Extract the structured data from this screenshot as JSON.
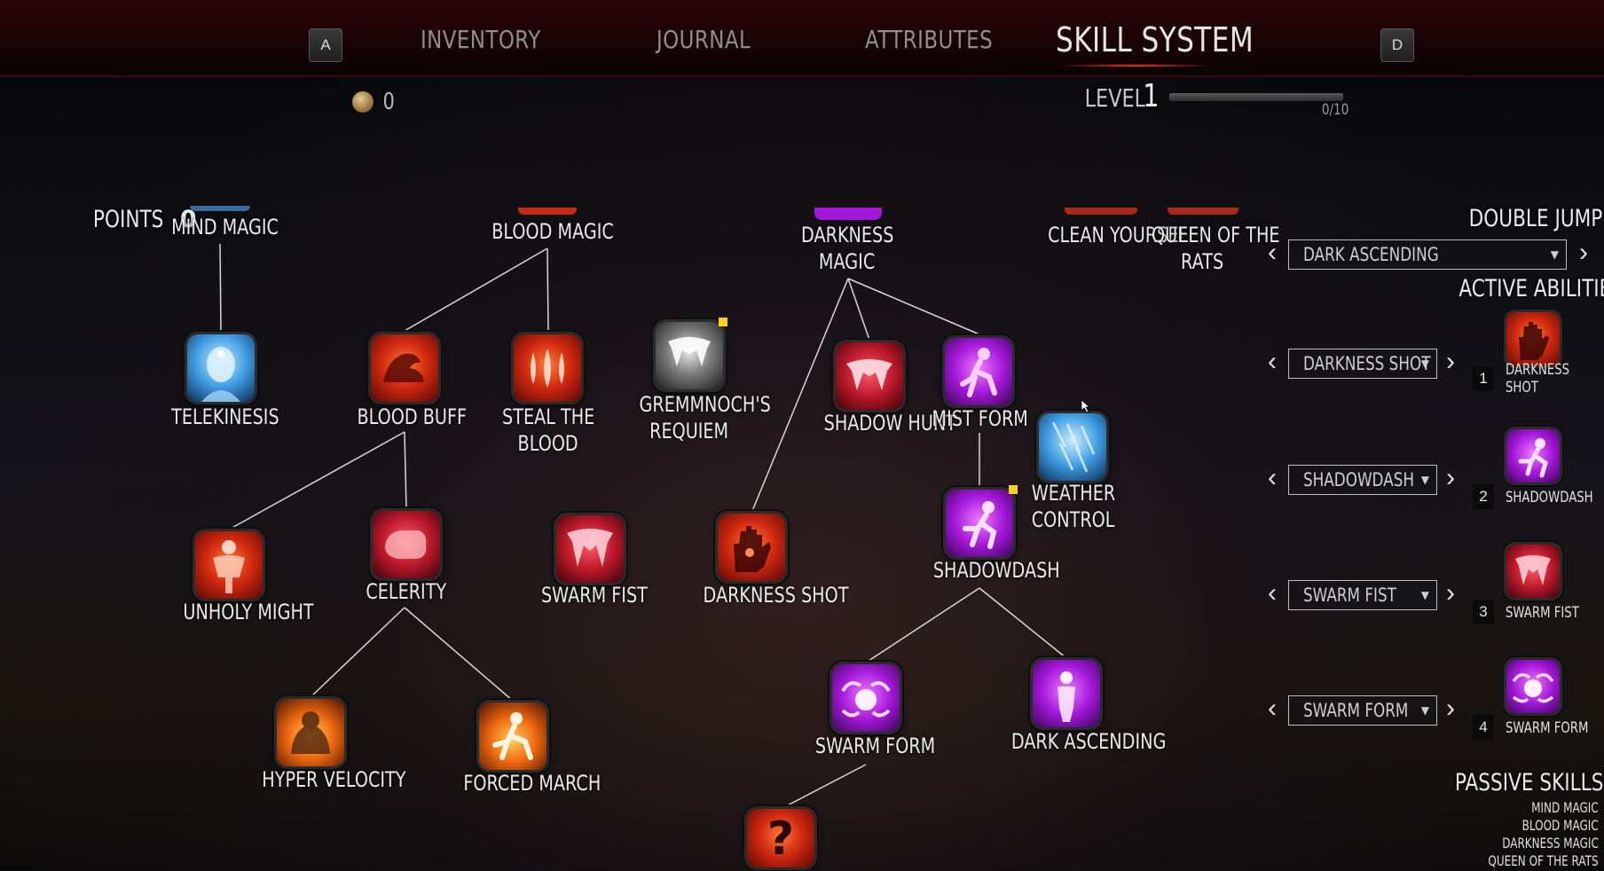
{
  "nav": {
    "left_key": "A",
    "right_key": "D",
    "tabs": [
      "INVENTORY",
      "JOURNAL",
      "ATTRIBUTES",
      "SKILL SYSTEM"
    ],
    "active_tab": "SKILL SYSTEM"
  },
  "currency": {
    "amount": "0"
  },
  "level": {
    "label": "LEVEL",
    "value": "1",
    "xp_text": "0/10",
    "xp_fraction": 0.0
  },
  "points": {
    "label": "POINTS",
    "value": "0"
  },
  "tree": {
    "branch_headers": {
      "mind_magic": "MIND MAGIC",
      "blood_magic": "BLOOD MAGIC",
      "darkness_magic_1": "DARKNESS",
      "darkness_magic_2": "MAGIC",
      "clean_yourself": "CLEAN YOURSELF",
      "queen_1": "QUEEN OF THE",
      "queen_2": "RATS"
    },
    "skills": {
      "telekinesis": "TELEKINESIS",
      "blood_buff": "BLOOD BUFF",
      "steal_1": "STEAL THE",
      "steal_2": "BLOOD",
      "gremm_1": "GREMMNOCH'S",
      "gremm_2": "REQUIEM",
      "shadow_hunt": "SHADOW HUNT",
      "mist_form": "MIST FORM",
      "weather_1": "WEATHER",
      "weather_2": "CONTROL",
      "shadowdash": "SHADOWDASH",
      "unholy_might": "UNHOLY MIGHT",
      "celerity": "CELERITY",
      "swarm_fist": "SWARM FIST",
      "darkness_shot": "DARKNESS SHOT",
      "hyper_velocity": "HYPER VELOCITY",
      "forced_march": "FORCED MARCH",
      "swarm_form": "SWARM FORM",
      "dark_ascending": "DARK ASCENDING",
      "locked_glyph": "?"
    }
  },
  "right_panel": {
    "double_jump": {
      "title": "DOUBLE JUMP",
      "selected": "DARK ASCENDING"
    },
    "active_title": "ACTIVE ABILITIES",
    "slots": [
      {
        "num": "1",
        "selected": "DARKNESS SHOT",
        "label_1": "DARKNESS",
        "label_2": "SHOT"
      },
      {
        "num": "2",
        "selected": "SHADOWDASH",
        "label_1": "SHADOWDASH",
        "label_2": ""
      },
      {
        "num": "3",
        "selected": "SWARM FIST",
        "label_1": "SWARM FIST",
        "label_2": ""
      },
      {
        "num": "4",
        "selected": "SWARM FORM",
        "label_1": "SWARM FORM",
        "label_2": ""
      }
    ],
    "passive_title": "PASSIVE SKILLS",
    "passive_items": [
      "MIND MAGIC",
      "BLOOD MAGIC",
      "DARKNESS MAGIC",
      "QUEEN OF THE RATS"
    ]
  },
  "colors": {
    "accent_red": "#3b070b",
    "indicator_yellow": "#ffd21a"
  }
}
